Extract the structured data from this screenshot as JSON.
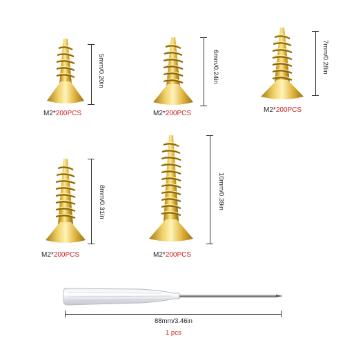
{
  "colors": {
    "qty_red": "#cc1f1f",
    "brass_light": "#f6df7a",
    "brass_mid": "#d9aa2c",
    "brass_dark": "#9a7214",
    "dimension_line": "#333333"
  },
  "screws": [
    {
      "size_label": "5mm/0.20in",
      "caption_prefix": "M2",
      "caption_sep": "*",
      "caption_qty": "200PCS"
    },
    {
      "size_label": "6mm/0.24in",
      "caption_prefix": "M2",
      "caption_sep": "*",
      "caption_qty": "200PCS"
    },
    {
      "size_label": "7mm/0.28in",
      "caption_prefix": "M2",
      "caption_sep": "*",
      "caption_qty": "200PCS"
    },
    {
      "size_label": "8mm/0.31in",
      "caption_prefix": "M2",
      "caption_sep": "*",
      "caption_qty": "200PCS"
    },
    {
      "size_label": "10mm/0.39in",
      "caption_prefix": "M2",
      "caption_sep": "*",
      "caption_qty": "200PCS"
    }
  ],
  "screwdriver": {
    "length_label": "88mm/3.46in",
    "qty_label": "1 pcs"
  }
}
